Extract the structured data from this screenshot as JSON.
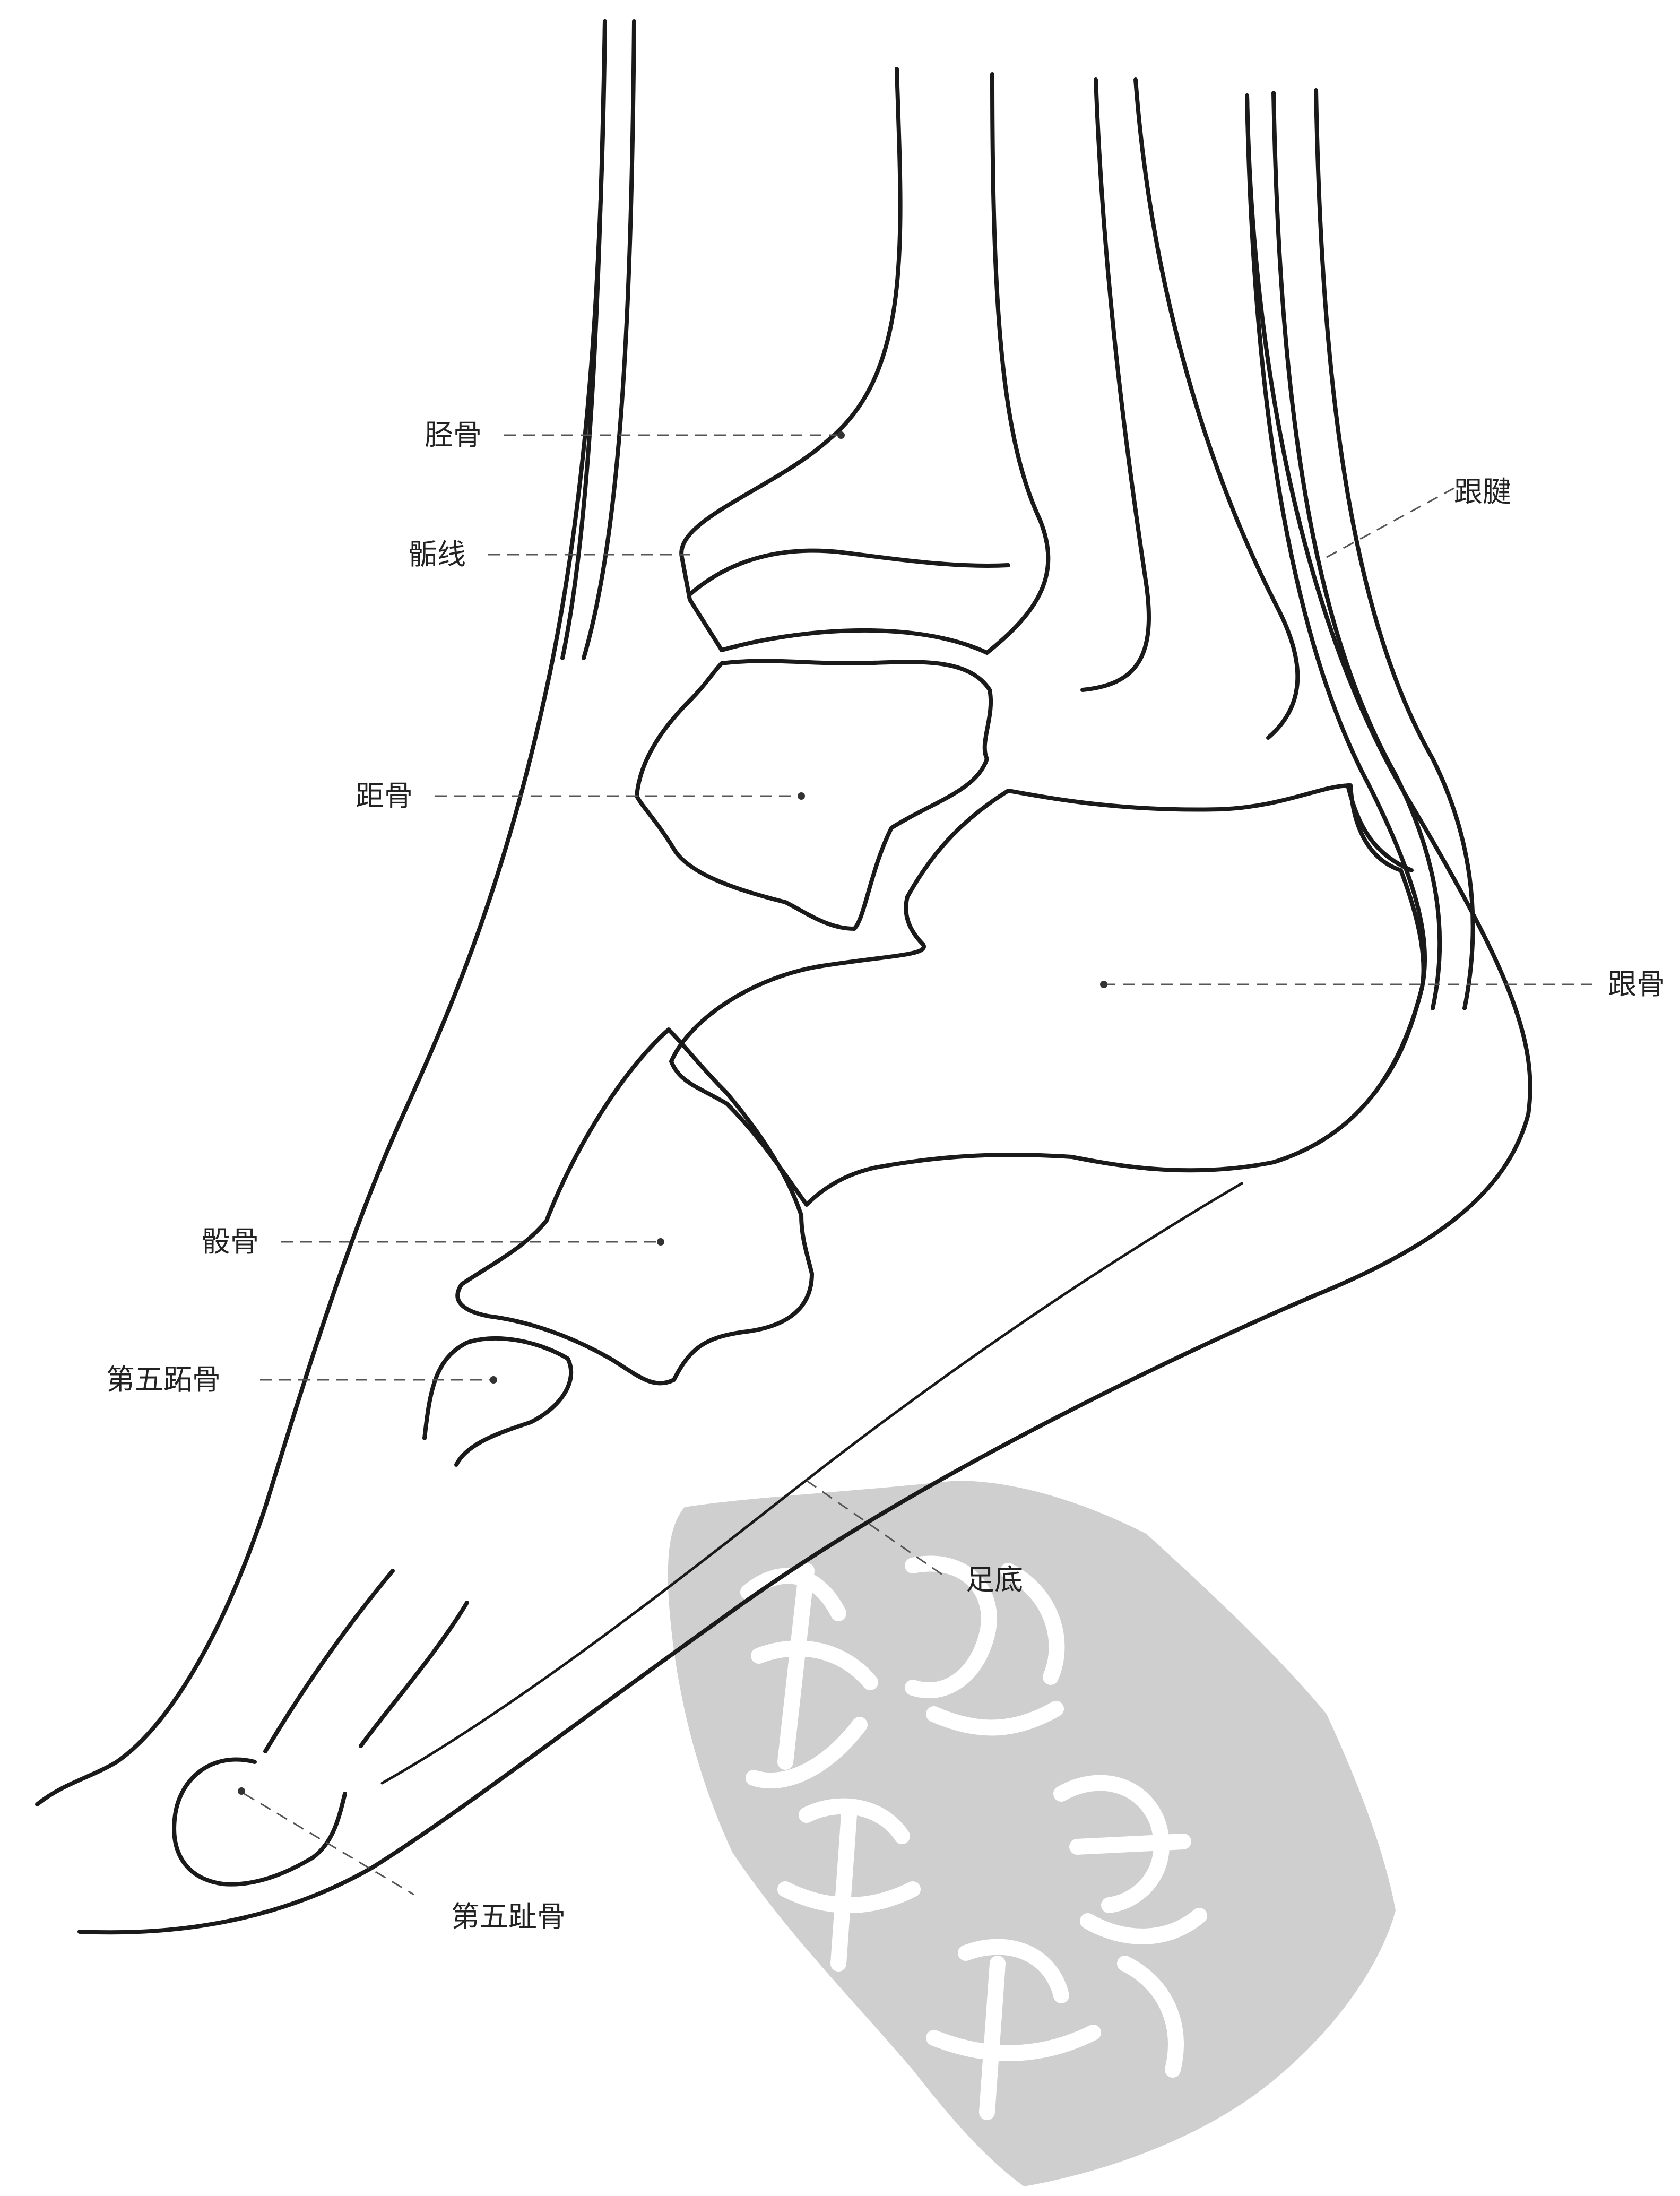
{
  "labels": {
    "tibia": "胫骨",
    "epiphyseal_line": "骺线",
    "achilles_tendon": "跟腱",
    "talus": "距骨",
    "calcaneus": "跟骨",
    "cuboid": "骰骨",
    "fifth_metatarsal": "第五跖骨",
    "sole": "足底",
    "fifth_phalanx": "第五趾骨"
  },
  "seal": {
    "kind": "watermark stamp",
    "color": "#cfcfcf"
  },
  "colors": {
    "line": "#1a1a1a",
    "leader": "#555555",
    "background": "#ffffff"
  }
}
